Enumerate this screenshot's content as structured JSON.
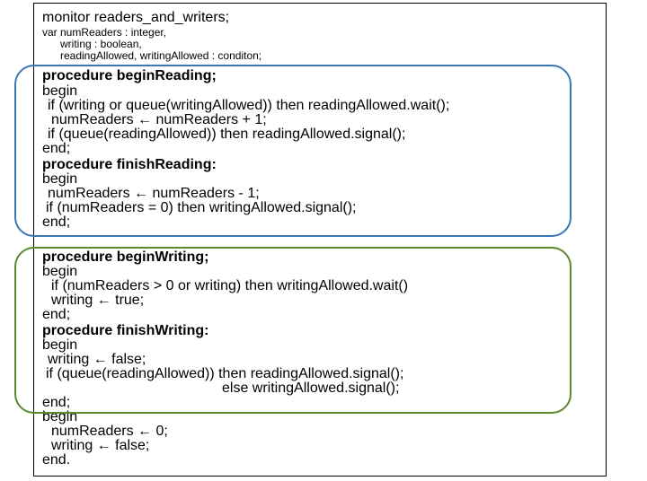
{
  "colors": {
    "reader_box": "#3a78b4",
    "writer_box": "#5a8a2c"
  },
  "lines": [
    {
      "text": "monitor readers_and_writers;",
      "size": "big",
      "bold": false,
      "indent": 0
    },
    {
      "text": "var numReaders : integer,",
      "size": "small",
      "bold": false,
      "indent": 0
    },
    {
      "text": "writing : boolean,",
      "size": "small",
      "bold": false,
      "indent": 20
    },
    {
      "text": "readingAllowed, writingAllowed : conditon;",
      "size": "small",
      "bold": false,
      "indent": 20
    },
    {
      "text": "procedure beginReading;",
      "size": "big",
      "bold": true,
      "indent": 0
    },
    {
      "text": "begin",
      "size": "big",
      "bold": false,
      "indent": 0
    },
    {
      "text": "if (writing or queue(writingAllowed)) then readingAllowed.wait();",
      "size": "big",
      "bold": false,
      "indent": 6
    },
    {
      "text": "numReaders ← numReaders + 1;",
      "size": "big",
      "bold": false,
      "indent": 10
    },
    {
      "text": "if (queue(readingAllowed)) then readingAllowed.signal();",
      "size": "big",
      "bold": false,
      "indent": 6
    },
    {
      "text": "end;",
      "size": "big",
      "bold": false,
      "indent": 0
    },
    {
      "text": "procedure finishReading:",
      "size": "big",
      "bold": true,
      "indent": 0
    },
    {
      "text": "begin",
      "size": "big",
      "bold": false,
      "indent": 0
    },
    {
      "text": "numReaders ← numReaders - 1;",
      "size": "big",
      "bold": false,
      "indent": 6
    },
    {
      "text": "if (numReaders = 0) then writingAllowed.signal();",
      "size": "big",
      "bold": false,
      "indent": 4
    },
    {
      "text": "end;",
      "size": "big",
      "bold": false,
      "indent": 0
    },
    {
      "text": "procedure beginWriting;",
      "size": "big",
      "bold": true,
      "indent": 0
    },
    {
      "text": "begin",
      "size": "big",
      "bold": false,
      "indent": 0
    },
    {
      "text": "if (numReaders > 0 or writing) then writingAllowed.wait()",
      "size": "big",
      "bold": false,
      "indent": 10
    },
    {
      "text": "writing ← true;",
      "size": "big",
      "bold": false,
      "indent": 10
    },
    {
      "text": "end;",
      "size": "big",
      "bold": false,
      "indent": 0
    },
    {
      "text": "procedure finishWriting:",
      "size": "big",
      "bold": true,
      "indent": 0
    },
    {
      "text": "begin",
      "size": "big",
      "bold": false,
      "indent": 0
    },
    {
      "text": "writing ← false;",
      "size": "big",
      "bold": false,
      "indent": 6
    },
    {
      "text": "if (queue(readingAllowed)) then readingAllowed.signal();",
      "size": "big",
      "bold": false,
      "indent": 4
    },
    {
      "text": "else writingAllowed.signal();",
      "size": "big",
      "bold": false,
      "indent": 200
    },
    {
      "text": "end;",
      "size": "big",
      "bold": false,
      "indent": 0
    },
    {
      "text": "begin",
      "size": "big",
      "bold": false,
      "indent": 0
    },
    {
      "text": "numReaders ← 0;",
      "size": "big",
      "bold": false,
      "indent": 10
    },
    {
      "text": "writing ← false;",
      "size": "big",
      "bold": false,
      "indent": 10
    },
    {
      "text": "end.",
      "size": "big",
      "bold": false,
      "indent": 0
    }
  ]
}
